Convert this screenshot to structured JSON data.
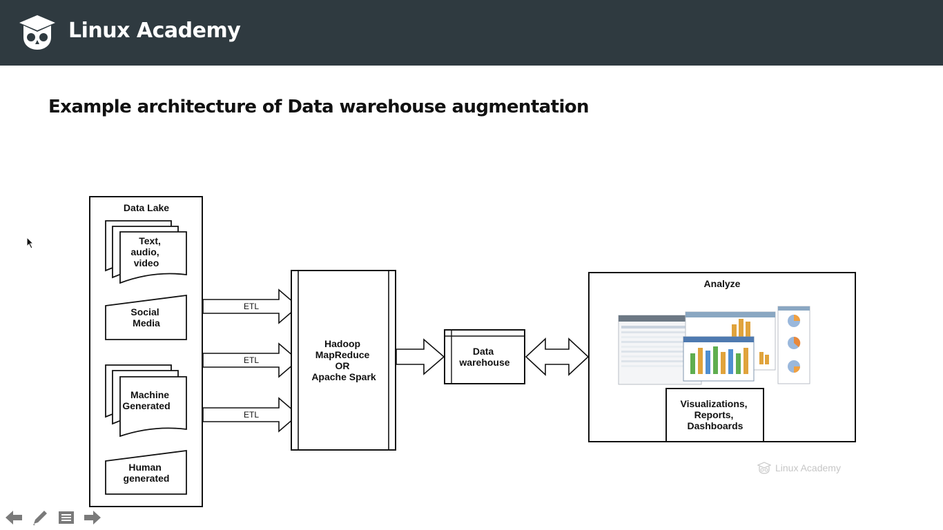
{
  "header": {
    "brand": "Linux Academy"
  },
  "slide": {
    "title": "Example architecture of Data warehouse augmentation",
    "data_lake": {
      "title": "Data Lake",
      "sources": [
        {
          "lines": [
            "Text,",
            "audio,",
            "video"
          ]
        },
        {
          "lines": [
            "Social",
            "Media"
          ]
        },
        {
          "lines": [
            "Machine",
            "Generated"
          ]
        },
        {
          "lines": [
            "Human",
            "generated"
          ]
        }
      ]
    },
    "etl_labels": [
      "ETL",
      "ETL",
      "ETL"
    ],
    "processing": {
      "lines": [
        "Hadoop",
        "MapReduce",
        "OR",
        "Apache Spark"
      ]
    },
    "warehouse": {
      "lines": [
        "Data",
        "warehouse"
      ]
    },
    "analyze": {
      "title": "Analyze",
      "output_lines": [
        "Visualizations,",
        "Reports,",
        "Dashboards"
      ]
    }
  },
  "watermark": {
    "text": "Linux Academy"
  },
  "controls": {
    "icons": [
      "arrow-left-icon",
      "pencil-icon",
      "menu-icon",
      "arrow-right-icon"
    ]
  },
  "colors": {
    "header_bg": "#2f3a40"
  }
}
